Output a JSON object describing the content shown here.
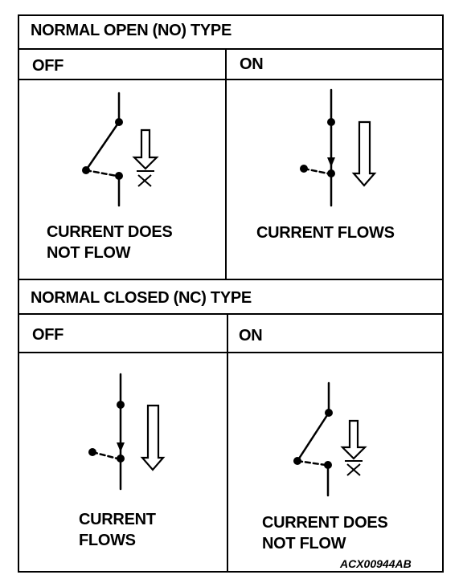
{
  "no_section": {
    "title": "NORMAL OPEN (NO) TYPE",
    "off": {
      "label": "OFF",
      "caption_line1": "CURRENT DOES",
      "caption_line2": "NOT FLOW"
    },
    "on": {
      "label": "ON",
      "caption_line1": "CURRENT FLOWS"
    }
  },
  "nc_section": {
    "title": "NORMAL CLOSED (NC) TYPE",
    "off": {
      "label": "OFF",
      "caption_line1": "CURRENT",
      "caption_line2": "FLOWS"
    },
    "on": {
      "label": "ON",
      "caption_line1": "CURRENT DOES",
      "caption_line2": "NOT FLOW"
    }
  },
  "figure_code": "ACX00944AB",
  "colors": {
    "line": "#000000",
    "background": "#ffffff"
  }
}
